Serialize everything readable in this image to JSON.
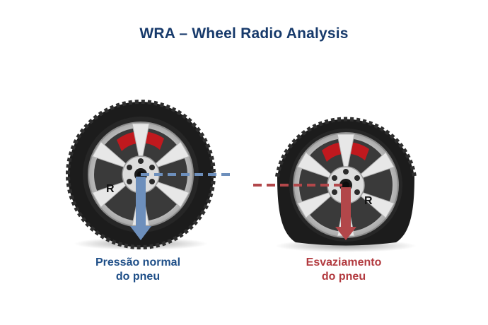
{
  "title": "WRA – Wheel Radio Analysis",
  "wheels": [
    {
      "id": "normal",
      "radius_label": "R",
      "caption_lines": [
        "Pressão normal",
        "do pneu"
      ],
      "color": "#6d8fbc"
    },
    {
      "id": "deflated",
      "radius_label": "R",
      "caption_lines": [
        "Esvaziamento",
        "do pneu"
      ],
      "color": "#b2474a"
    }
  ],
  "colors": {
    "title": "#173a6b",
    "normal_caption": "#1f4f88",
    "deflated_caption": "#b23a3f",
    "brake_caliper": "#c0191e",
    "tire": "#1c1c1c"
  },
  "icons": [
    "wheel-normal-icon",
    "wheel-deflated-icon",
    "down-arrow-icon"
  ]
}
